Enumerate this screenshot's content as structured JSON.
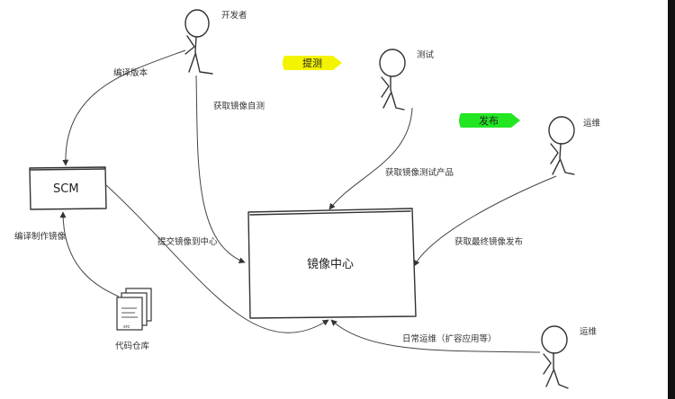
{
  "actors": {
    "developer": "开发者",
    "tester": "测试",
    "ops_top": "运维",
    "ops_bottom": "运维"
  },
  "nodes": {
    "scm": "SCM",
    "registry": "镜像中心",
    "code_repo": "代码仓库",
    "doc_icon_text": "src"
  },
  "tags": {
    "submit_test": {
      "label": "提测",
      "color": "#f4f400"
    },
    "release": {
      "label": "发布",
      "color": "#22e622"
    }
  },
  "edges": {
    "compile_version": "编译版本",
    "get_image_selftest": "获取镜像自测",
    "get_image_test_product": "获取镜像测试产品",
    "compile_make_image": "编译制作镜像",
    "submit_image_to_center": "提交镜像到中心",
    "get_final_image_release": "获取最终镜像发布",
    "daily_ops": "日常运维（扩容应用等）"
  }
}
